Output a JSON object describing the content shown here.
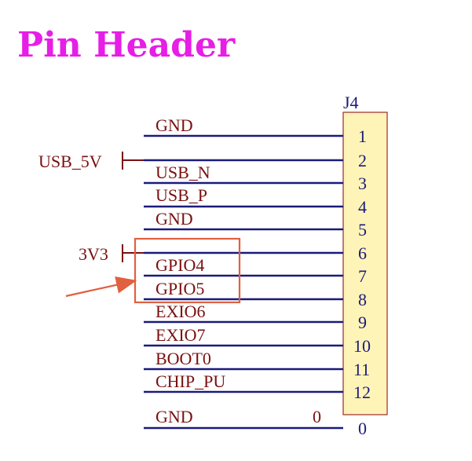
{
  "title": "Pin Header",
  "connector": {
    "ref": "J4",
    "pins": [
      "1",
      "2",
      "3",
      "4",
      "5",
      "6",
      "7",
      "8",
      "9",
      "10",
      "11",
      "12"
    ],
    "extra_pin": "0"
  },
  "nets": {
    "net1": "GND",
    "usb_n": "USB_N",
    "usb_p": "USB_P",
    "net5": "GND",
    "gpio4": "GPIO4",
    "gpio5": "GPIO5",
    "exio6": "EXIO6",
    "exio7": "EXIO7",
    "boot0": "BOOT0",
    "chip_pu": "CHIP_PU",
    "gnd_bottom": "GND",
    "gnd_bottom_pin": "0"
  },
  "power": {
    "usb_5v": "USB_5V",
    "v3v3": "3V3"
  },
  "colors": {
    "title": "#e61ee6",
    "wire": "#1a1a7a",
    "text": "#7a1010",
    "header_fill": "#fff4b8",
    "header_stroke": "#9b2a2a",
    "highlight": "#e06040"
  }
}
